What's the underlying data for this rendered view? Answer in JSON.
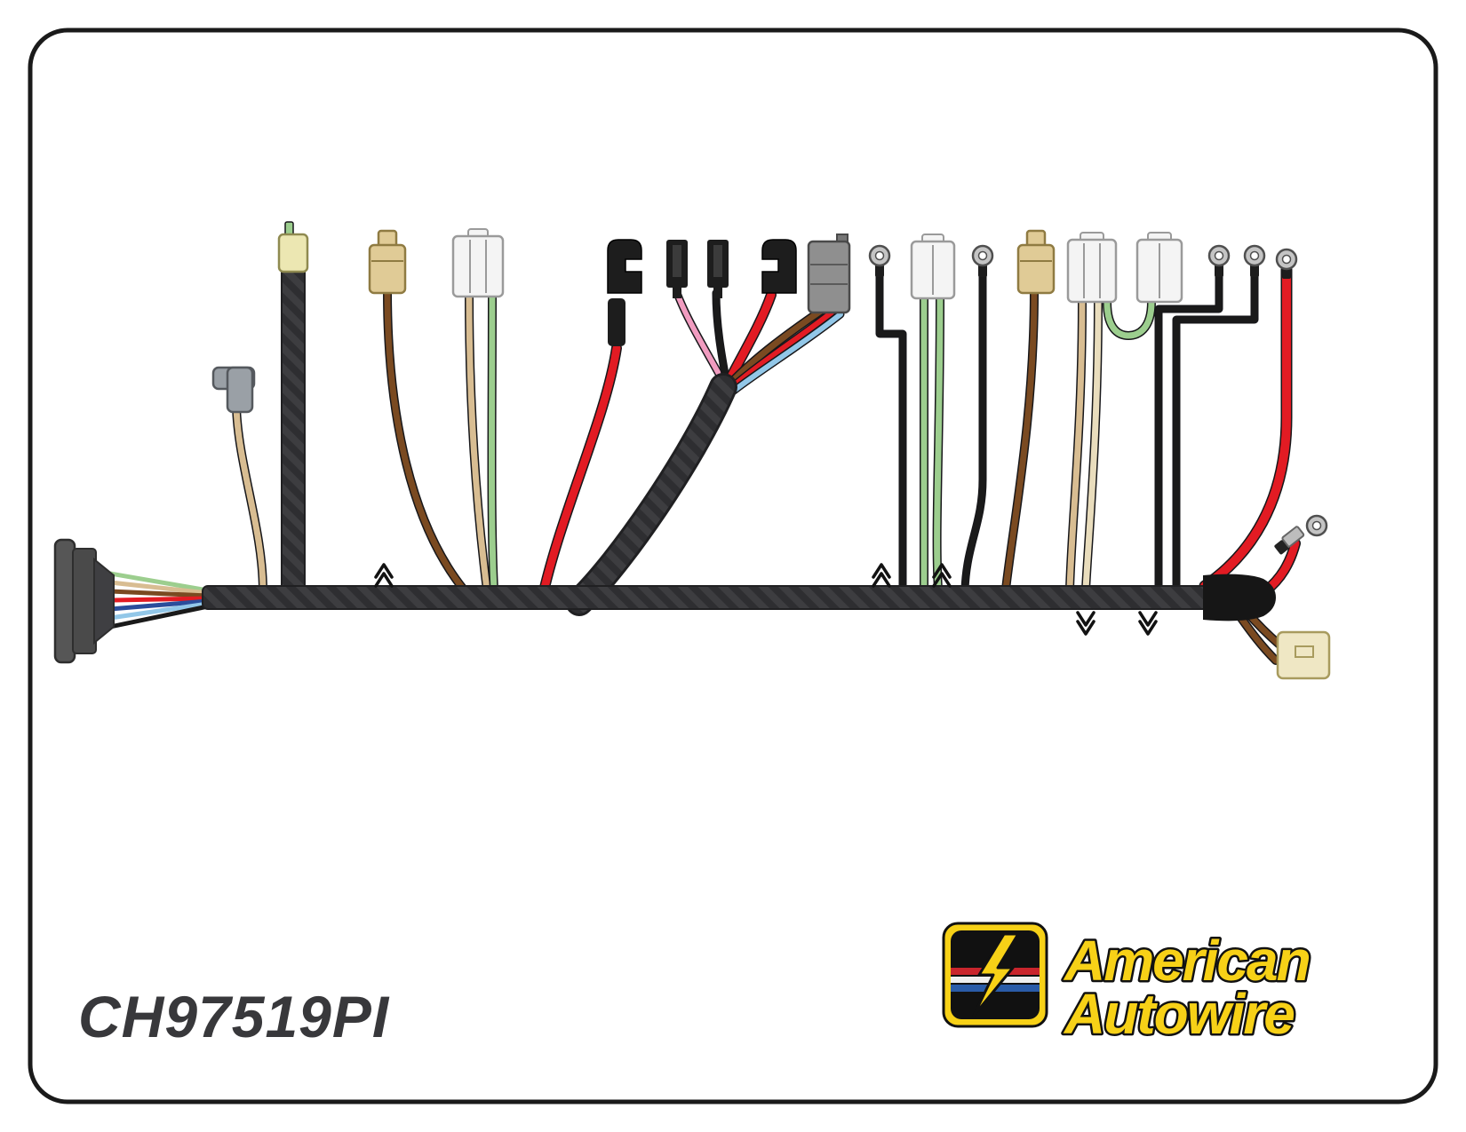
{
  "page": {
    "background": "#ffffff",
    "border_color": "#1a1a1a"
  },
  "footer": {
    "part_number": "CH97519PI"
  },
  "logo": {
    "line1": "American",
    "line2": "Autowire",
    "yellow": "#f7d117",
    "black": "#111111",
    "stripe_red": "#c9252c",
    "stripe_white": "#efefef",
    "stripe_blue": "#2a5ca8"
  },
  "palette": {
    "wire": {
      "red": "#e21b23",
      "brown": "#7a4a21",
      "tan": "#d8bd92",
      "pale_tan": "#e9ddbd",
      "green": "#9cce8e",
      "dark_blue": "#2a4d9b",
      "light_blue": "#92c7e8",
      "pink": "#f19cc0",
      "black": "#1a1a1a"
    },
    "component": {
      "loom_dark": "#3d3d40",
      "loom_stripe": "#2e2e31",
      "connector_gray": "#8f8f8f",
      "connector_dark_gray": "#4a4a4a",
      "connector_white": "#f4f4f4",
      "connector_tan": "#e0cb96",
      "connector_cream": "#efe7c4",
      "connector_pale_yellow": "#ece7b2",
      "terminal_black": "#1d1d1d",
      "ring_metal": "#c4c4c4",
      "boot_black": "#161616",
      "elbow_gray": "#9aa0a6"
    }
  }
}
